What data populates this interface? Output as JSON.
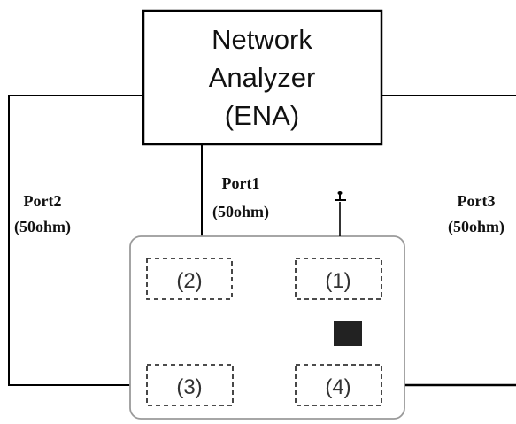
{
  "analyzer": {
    "line1": "Network",
    "line2": "Analyzer",
    "line3": "(ENA)"
  },
  "ports": {
    "port1": {
      "name": "Port1",
      "impedance": "(50ohm)"
    },
    "port2": {
      "name": "Port2",
      "impedance": "(50ohm)"
    },
    "port3": {
      "name": "Port3",
      "impedance": "(50ohm)"
    }
  },
  "regions": {
    "r1": "(1)",
    "r2": "(2)",
    "r3": "(3)",
    "r4": "(4)"
  },
  "colors": {
    "stroke": "#000000",
    "board_stroke": "#9a9a9a",
    "dash": "#333333",
    "label_gray": "#333333"
  }
}
